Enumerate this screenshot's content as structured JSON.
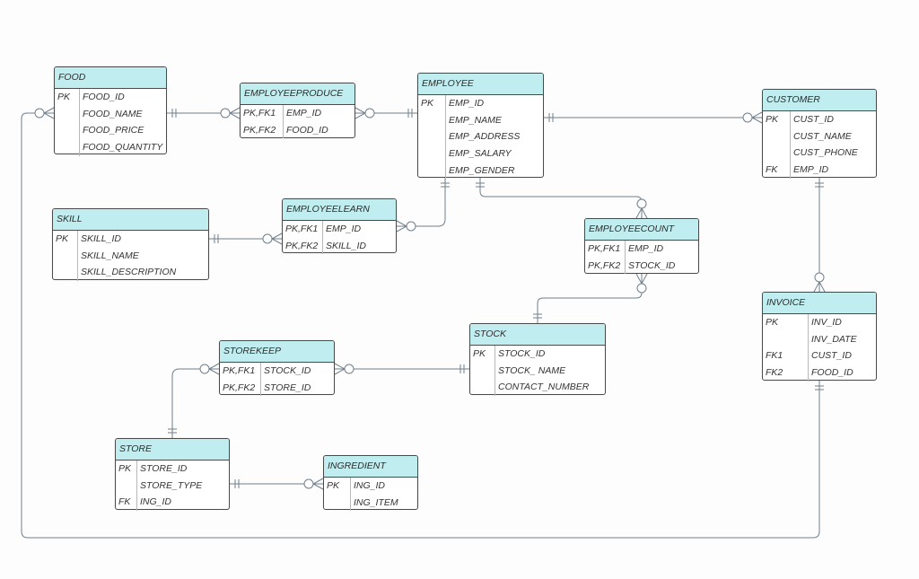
{
  "entities": {
    "food": {
      "name": "FOOD",
      "rows": [
        {
          "key": "PK",
          "attr": "FOOD_ID"
        },
        {
          "key": "",
          "attr": "FOOD_NAME"
        },
        {
          "key": "",
          "attr": "FOOD_PRICE"
        },
        {
          "key": "",
          "attr": "FOOD_QUANTITY"
        }
      ]
    },
    "employeeproduce": {
      "name": "EMPLOYEEPRODUCE",
      "rows": [
        {
          "key": "PK,FK1",
          "attr": "EMP_ID"
        },
        {
          "key": "PK,FK2",
          "attr": "FOOD_ID"
        }
      ]
    },
    "employee": {
      "name": "EMPLOYEE",
      "rows": [
        {
          "key": "PK",
          "attr": "EMP_ID"
        },
        {
          "key": "",
          "attr": "EMP_NAME"
        },
        {
          "key": "",
          "attr": "EMP_ADDRESS"
        },
        {
          "key": "",
          "attr": "EMP_SALARY"
        },
        {
          "key": "",
          "attr": "EMP_GENDER"
        }
      ]
    },
    "customer": {
      "name": "CUSTOMER",
      "rows": [
        {
          "key": "PK",
          "attr": "CUST_ID"
        },
        {
          "key": "",
          "attr": "CUST_NAME"
        },
        {
          "key": "",
          "attr": "CUST_PHONE"
        },
        {
          "key": "FK",
          "attr": "EMP_ID"
        }
      ]
    },
    "skill": {
      "name": "SKILL",
      "rows": [
        {
          "key": "PK",
          "attr": "SKILL_ID"
        },
        {
          "key": "",
          "attr": "SKILL_NAME"
        },
        {
          "key": "",
          "attr": "SKILL_DESCRIPTION"
        }
      ]
    },
    "employeelearn": {
      "name": "EMPLOYEELEARN",
      "rows": [
        {
          "key": "PK,FK1",
          "attr": "EMP_ID"
        },
        {
          "key": "PK,FK2",
          "attr": "SKILL_ID"
        }
      ]
    },
    "employeecount": {
      "name": "EMPLOYEECOUNT",
      "rows": [
        {
          "key": "PK,FK1",
          "attr": "EMP_ID"
        },
        {
          "key": "PK,FK2",
          "attr": "STOCK_ID"
        }
      ]
    },
    "invoice": {
      "name": "INVOICE",
      "rows": [
        {
          "key": "PK",
          "attr": "INV_ID"
        },
        {
          "key": "",
          "attr": "INV_DATE"
        },
        {
          "key": "FK1",
          "attr": "CUST_ID"
        },
        {
          "key": "FK2",
          "attr": "FOOD_ID"
        }
      ]
    },
    "stock": {
      "name": "STOCK",
      "rows": [
        {
          "key": "PK",
          "attr": "STOCK_ID"
        },
        {
          "key": "",
          "attr": "STOCK_ NAME"
        },
        {
          "key": "",
          "attr": "CONTACT_NUMBER"
        }
      ]
    },
    "storekeep": {
      "name": "STOREKEEP",
      "rows": [
        {
          "key": "PK,FK1",
          "attr": "STOCK_ID"
        },
        {
          "key": "PK,FK2",
          "attr": "STORE_ID"
        }
      ]
    },
    "store": {
      "name": "STORE",
      "rows": [
        {
          "key": "PK",
          "attr": "STORE_ID"
        },
        {
          "key": "",
          "attr": "STORE_TYPE"
        },
        {
          "key": "FK",
          "attr": "ING_ID"
        }
      ]
    },
    "ingredient": {
      "name": "INGREDIENT",
      "rows": [
        {
          "key": "PK",
          "attr": "ING_ID"
        },
        {
          "key": "",
          "attr": "ING_ITEM"
        }
      ]
    }
  },
  "relationships": [
    {
      "from": "food",
      "to": "employeeproduce",
      "from_end": "one",
      "to_end": "zero-or-many"
    },
    {
      "from": "employee",
      "to": "employeeproduce",
      "from_end": "one",
      "to_end": "zero-or-many"
    },
    {
      "from": "employee",
      "to": "customer",
      "from_end": "one",
      "to_end": "zero-or-many"
    },
    {
      "from": "employee",
      "to": "employeelearn",
      "from_end": "one",
      "to_end": "zero-or-many"
    },
    {
      "from": "skill",
      "to": "employeelearn",
      "from_end": "one",
      "to_end": "zero-or-many"
    },
    {
      "from": "employee",
      "to": "employeecount",
      "from_end": "one",
      "to_end": "zero-or-many"
    },
    {
      "from": "stock",
      "to": "employeecount",
      "from_end": "one",
      "to_end": "zero-or-many"
    },
    {
      "from": "customer",
      "to": "invoice",
      "from_end": "one",
      "to_end": "zero-or-many"
    },
    {
      "from": "stock",
      "to": "storekeep",
      "from_end": "one",
      "to_end": "zero-or-many"
    },
    {
      "from": "store",
      "to": "storekeep",
      "from_end": "one",
      "to_end": "zero-or-many"
    },
    {
      "from": "ingredient",
      "to": "store",
      "from_end": "zero-or-many",
      "to_end": "one"
    },
    {
      "from": "invoice",
      "to": "food",
      "from_end": "one",
      "to_end": "zero-or-many"
    }
  ],
  "colors": {
    "header_fill": "#c0eef0",
    "border": "#4a4a4a",
    "connector": "#6f7f8c",
    "background": "#fdfdfd"
  }
}
